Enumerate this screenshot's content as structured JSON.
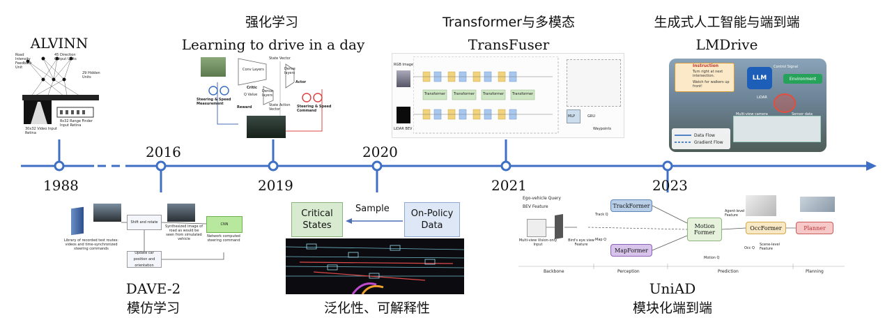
{
  "timeline": {
    "color": "#3f6fc4",
    "years": [
      "1988",
      "2016",
      "2019",
      "2020",
      "2021",
      "2023"
    ]
  },
  "milestones": {
    "alvinn": {
      "title": "ALVINN",
      "fig_labels": [
        "Road Intensity Feedback Unit",
        "45 Direction Output Units",
        "29 Hidden Units",
        "8x32 Range Finder Input Retina",
        "30x32 Video Input Retina"
      ]
    },
    "rl": {
      "title_cn": "强化学习",
      "title_en": "Learning to drive in a day",
      "fig_labels": [
        "Conv Layers",
        "State Vector",
        "Dense layers",
        "Actor",
        "Critic",
        "Q Value",
        "Dense layers",
        "State Action Vector",
        "Steering & Speed Measurement",
        "Reward",
        "Steering & Speed Command"
      ]
    },
    "transfuser": {
      "title_cn": "Transformer与多模态",
      "title_en": "TransFuser",
      "fig_labels": [
        "RGB Image",
        "LiDAR BEV",
        "Transformer",
        "Transformer",
        "Transformer",
        "Transformer",
        "MLP",
        "GRU",
        "Waypoints"
      ]
    },
    "lmdrive": {
      "title_cn": "生成式人工智能与端到端",
      "title_en": "LMDrive",
      "fig_labels": [
        "Instruction",
        "Turn right at next intersection.",
        "Watch for walkers up front!",
        "LLM",
        "Environment",
        "Control Signal",
        "Sensor data",
        "Multi-view camera",
        "Data Flow",
        "Gradient Flow",
        "LiDAR"
      ]
    },
    "dave2": {
      "title_en": "DAVE-2",
      "title_cn": "模仿学习",
      "fig_labels": [
        "Library of recorded test routes: videos and time-synchronized steering commands",
        "Shift and rotate",
        "Synthesized image of road as would be seen from simulated vehicle",
        "CNN",
        "Network computed steering command",
        "Update car position and orientation"
      ]
    },
    "policy": {
      "critical": "Critical States",
      "sample": "Sample",
      "onpolicy": "On-Policy Data",
      "title_cn": "泛化性、可解释性"
    },
    "uniad": {
      "title_en": "UniAD",
      "title_cn": "模块化端到端",
      "fig_labels": [
        "Ego-vehicle Query",
        "BEV Feature",
        "TrackFormer",
        "MapFormer",
        "Motion Former",
        "OccFormer",
        "Planner",
        "Multi-view Vision-only Input",
        "Bird's eye view Feature",
        "Backbone",
        "Perception",
        "Prediction",
        "Planning",
        "Track Q",
        "Map Q",
        "Motion Q",
        "Occ Q",
        "Agent-level Feature",
        "Scene-level Feature"
      ]
    }
  }
}
